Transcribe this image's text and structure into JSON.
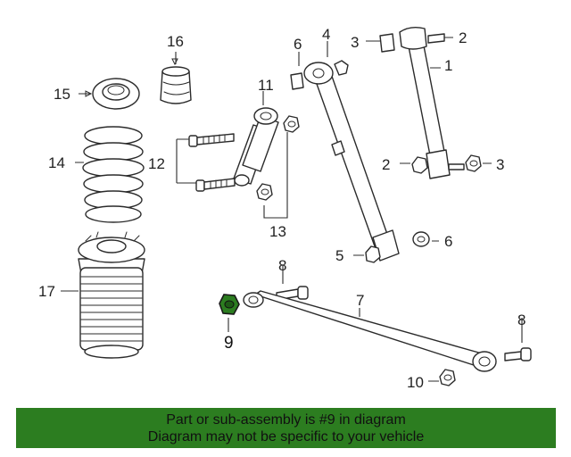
{
  "callouts": {
    "c1": "1",
    "c2a": "2",
    "c2b": "2",
    "c3a": "3",
    "c3b": "3",
    "c4": "4",
    "c5": "5",
    "c6a": "6",
    "c6b": "6",
    "c7": "7",
    "c8a": "8",
    "c8b": "8",
    "c9": "9",
    "c10": "10",
    "c11": "11",
    "c12": "12",
    "c13": "13",
    "c14": "14",
    "c15": "15",
    "c16": "16",
    "c17": "17"
  },
  "highlight": {
    "part_number": "9",
    "color": "#2c7d20"
  },
  "banner": {
    "line1": "Part or sub-assembly is #9 in diagram",
    "line2": "Diagram may not be specific to your vehicle",
    "background": "#2c7d20"
  }
}
